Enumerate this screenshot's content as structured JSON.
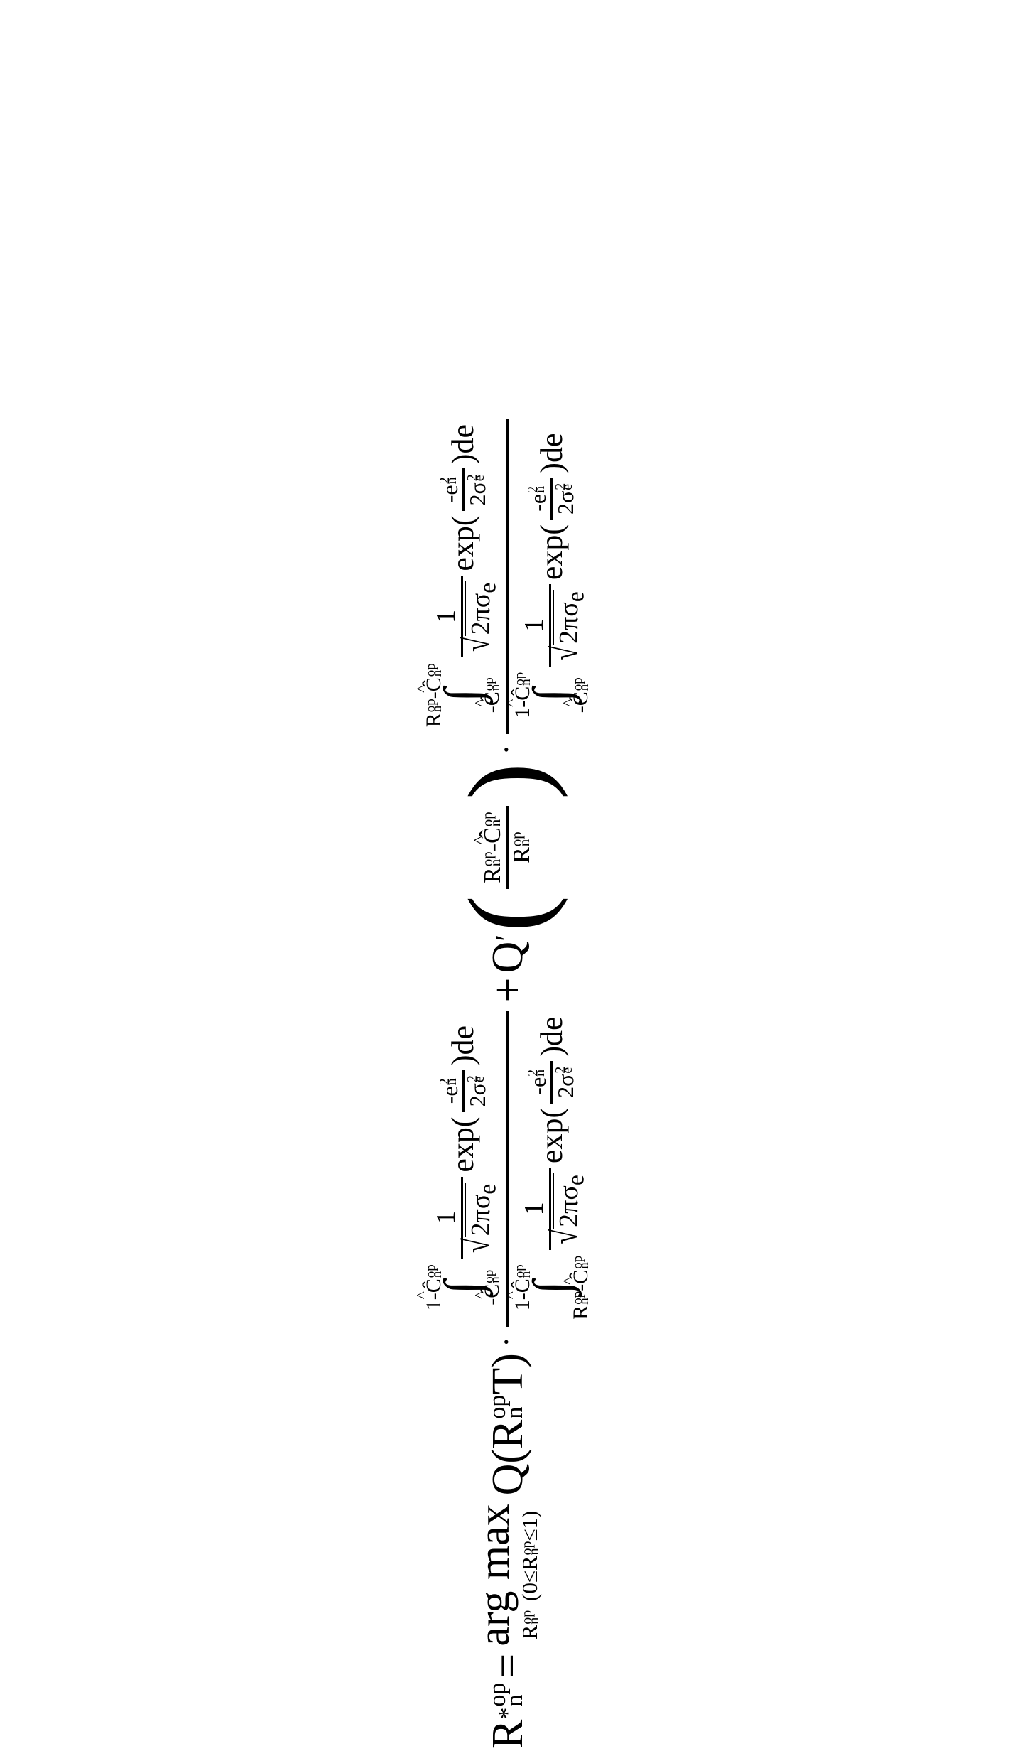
{
  "document": {
    "type": "mathematical-equation",
    "rotation_deg": -90,
    "background": "#ffffff",
    "ink": "#000000"
  },
  "equation": {
    "latex": "R_n^{op*} = \\arg\\max_{R_n^{op}\\,(0\\le R_n^{op}\\le 1)} Q(R_n^{op}T)\\cdot\\frac{\\int_{-\\hat{C}_n^{op}}^{1-\\hat{C}_n^{op}}\\frac{1}{\\sqrt{2\\pi}\\sigma_e}\\exp(\\frac{-e_n^2}{2\\sigma_e^2})de}{\\int_{R_n^{op}-\\hat{C}_n^{op}}^{1-\\hat{C}_n^{op}}\\frac{1}{\\sqrt{2\\pi}\\sigma_e}\\exp(\\frac{-e_n^2}{2\\sigma_e^2})de}+Q'\\left(\\frac{R_n^{op}-\\hat{C}_n^{op}}{R_n^{op}}\\right)\\cdot\\frac{\\int_{-\\hat{C}_n^{op}}^{R_n^{op}-\\hat{C}_n^{op}}\\frac{1}{\\sqrt{2\\pi}\\sigma_e}\\exp(\\frac{-e_n^2}{2\\sigma_e^2})de}{\\int_{-\\hat{C}_n^{op}}^{1-\\hat{C}_n^{op}}\\frac{1}{\\sqrt{2\\pi}\\sigma_e}\\exp(\\frac{-e_n^2}{2\\sigma_e^2})de}",
    "lhs": {
      "base": "R",
      "sub": "n",
      "sup": "op",
      "star": "*"
    },
    "equals": "=",
    "argmax": {
      "label": "arg max",
      "constraint_prefix": "R",
      "constraint_sub": "n",
      "constraint_sup": "op",
      "constraint_range": "(0≤R",
      "constraint_range_sub": "n",
      "constraint_range_sup": "op",
      "constraint_range_tail": "≤1)"
    },
    "term1": {
      "Q": "Q",
      "open": "(",
      "arg_base": "R",
      "arg_sub": "n",
      "arg_sup": "op",
      "arg_tail": "T",
      "close": ")",
      "dot": "·",
      "numerator": {
        "integral_symbol": "∫",
        "upper_limit": "1-Ĉ",
        "upper_limit_sub": "n",
        "upper_limit_sup": "op",
        "lower_limit": "-Ĉ",
        "lower_limit_sub": "n",
        "lower_limit_sup": "op",
        "coeff_num": "1",
        "coeff_den_sqrt": "2πσ",
        "coeff_den_sqrt_sub": "e",
        "exp_label": "exp",
        "exp_open": "(",
        "exp_num": "-e",
        "exp_num_sub": "n",
        "exp_num_sup": "2",
        "exp_den": "2σ",
        "exp_den_sub": "e",
        "exp_den_sup": "2",
        "exp_close": ")",
        "differential": "de"
      },
      "denominator": {
        "integral_symbol": "∫",
        "upper_limit": "1-Ĉ",
        "upper_limit_sub": "n",
        "upper_limit_sup": "op",
        "lower_limit_a": "R",
        "lower_limit_a_sub": "n",
        "lower_limit_a_sup": "op",
        "lower_limit_b": "-Ĉ",
        "lower_limit_b_sub": "n",
        "lower_limit_b_sup": "op",
        "coeff_num": "1",
        "coeff_den_sqrt": "2πσ",
        "coeff_den_sqrt_sub": "e",
        "exp_label": "exp",
        "exp_open": "(",
        "exp_num": "-e",
        "exp_num_sub": "n",
        "exp_num_sup": "2",
        "exp_den": "2σ",
        "exp_den_sub": "e",
        "exp_den_sup": "2",
        "exp_close": ")",
        "differential": "de"
      }
    },
    "plus": "+",
    "term2": {
      "Qprime": "Q",
      "prime": "′",
      "open": "(",
      "close": ")",
      "frac_num_a": "R",
      "frac_num_a_sub": "n",
      "frac_num_a_sup": "op",
      "frac_num_b": "-Ĉ",
      "frac_num_b_sub": "n",
      "frac_num_b_sup": "op",
      "frac_den": "R",
      "frac_den_sub": "n",
      "frac_den_sup": "op",
      "dot": "·",
      "numerator": {
        "integral_symbol": "∫",
        "upper_limit_a": "R",
        "upper_limit_a_sub": "n",
        "upper_limit_a_sup": "op",
        "upper_limit_b": "-Ĉ",
        "upper_limit_b_sub": "n",
        "upper_limit_b_sup": "op",
        "lower_limit": "-Ĉ",
        "lower_limit_sub": "n",
        "lower_limit_sup": "op",
        "coeff_num": "1",
        "coeff_den_sqrt": "2πσ",
        "coeff_den_sqrt_sub": "e",
        "exp_label": "exp",
        "exp_open": "(",
        "exp_num": "-e",
        "exp_num_sub": "n",
        "exp_num_sup": "2",
        "exp_den": "2σ",
        "exp_den_sub": "e",
        "exp_den_sup": "2",
        "exp_close": ")",
        "differential": "de"
      },
      "denominator": {
        "integral_symbol": "∫",
        "upper_limit": "1-Ĉ",
        "upper_limit_sub": "n",
        "upper_limit_sup": "op",
        "lower_limit": "-Ĉ",
        "lower_limit_sub": "n",
        "lower_limit_sup": "op",
        "coeff_num": "1",
        "coeff_den_sqrt": "2πσ",
        "coeff_den_sqrt_sub": "e",
        "exp_label": "exp",
        "exp_open": "(",
        "exp_num": "-e",
        "exp_num_sub": "n",
        "exp_num_sup": "2",
        "exp_den": "2σ",
        "exp_den_sub": "e",
        "exp_den_sup": "2",
        "exp_close": ")",
        "differential": "de"
      }
    },
    "glyphs": {
      "hat": "˄",
      "radical": "√",
      "integral": "∫",
      "middot": "·",
      "sigma": "σ",
      "pi": "π"
    }
  }
}
